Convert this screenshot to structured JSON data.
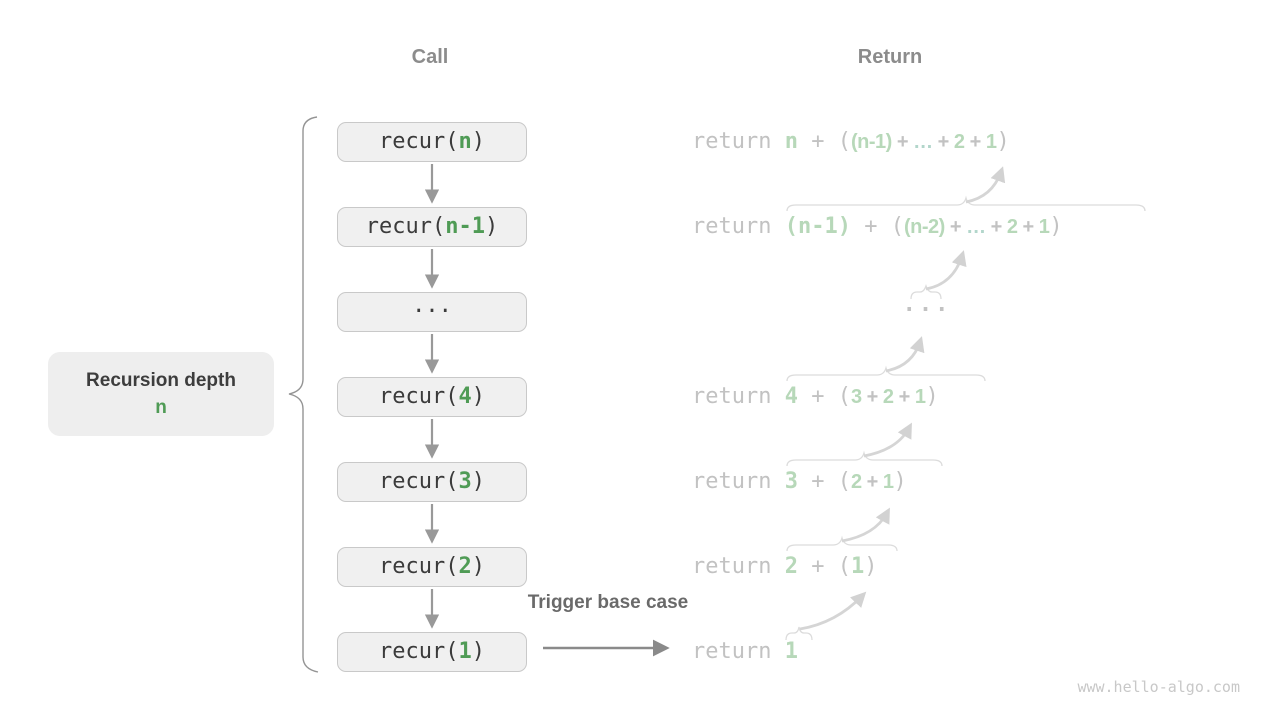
{
  "headers": {
    "call": "Call",
    "return": "Return"
  },
  "depth_label": {
    "title": "Recursion depth",
    "value": "n"
  },
  "trigger_label": "Trigger base case",
  "watermark": "www.hello-algo.com",
  "call_stack": [
    {
      "segments": [
        {
          "t": "recur(",
          "c": "dark"
        },
        {
          "t": "n",
          "c": "green",
          "b": true
        },
        {
          "t": ")",
          "c": "dark"
        }
      ]
    },
    {
      "segments": [
        {
          "t": "recur(",
          "c": "dark"
        },
        {
          "t": "n-1",
          "c": "green",
          "b": true
        },
        {
          "t": ")",
          "c": "dark"
        }
      ]
    },
    {
      "segments": [
        {
          "t": "···",
          "c": "dark"
        }
      ]
    },
    {
      "segments": [
        {
          "t": "recur(",
          "c": "dark"
        },
        {
          "t": "4",
          "c": "green",
          "b": true
        },
        {
          "t": ")",
          "c": "dark"
        }
      ]
    },
    {
      "segments": [
        {
          "t": "recur(",
          "c": "dark"
        },
        {
          "t": "3",
          "c": "green",
          "b": true
        },
        {
          "t": ")",
          "c": "dark"
        }
      ]
    },
    {
      "segments": [
        {
          "t": "recur(",
          "c": "dark"
        },
        {
          "t": "2",
          "c": "green",
          "b": true
        },
        {
          "t": ")",
          "c": "dark"
        }
      ]
    },
    {
      "segments": [
        {
          "t": "recur(",
          "c": "dark"
        },
        {
          "t": "1",
          "c": "green",
          "b": true
        },
        {
          "t": ")",
          "c": "dark"
        }
      ]
    }
  ],
  "return_column": {
    "lines": [
      {
        "segments": [
          {
            "t": "return ",
            "c": "fgray"
          },
          {
            "t": "n",
            "c": "fgreen",
            "b": true
          },
          {
            "t": " + ",
            "c": "fgray"
          },
          {
            "t": "(",
            "c": "fgray"
          },
          {
            "t": "(n-1)",
            "f": "sans",
            "c": "fgreen"
          },
          {
            "t": " + ",
            "f": "sans",
            "c": "fgray"
          },
          {
            "t": "…",
            "f": "sans",
            "c": "fteal"
          },
          {
            "t": " + ",
            "f": "sans",
            "c": "fgray"
          },
          {
            "t": "2",
            "f": "sans",
            "c": "fgreen"
          },
          {
            "t": " + ",
            "f": "sans",
            "c": "fgray"
          },
          {
            "t": "1",
            "f": "sans",
            "c": "fgreen"
          },
          {
            "t": ")",
            "c": "fgray"
          }
        ]
      },
      {
        "segments": [
          {
            "t": "return ",
            "c": "fgray"
          },
          {
            "t": "(n-1)",
            "c": "fgreen",
            "b": true
          },
          {
            "t": " + ",
            "c": "fgray"
          },
          {
            "t": "(",
            "c": "fgray"
          },
          {
            "t": "(n-2)",
            "f": "sans",
            "c": "fgreen"
          },
          {
            "t": " + ",
            "f": "sans",
            "c": "fgray"
          },
          {
            "t": "…",
            "f": "sans",
            "c": "fteal"
          },
          {
            "t": " + ",
            "f": "sans",
            "c": "fgray"
          },
          {
            "t": "2",
            "f": "sans",
            "c": "fgreen"
          },
          {
            "t": " + ",
            "f": "sans",
            "c": "fgray"
          },
          {
            "t": "1",
            "f": "sans",
            "c": "fgreen"
          },
          {
            "t": ")",
            "c": "fgray"
          }
        ]
      },
      {
        "segments": [
          {
            "t": "···",
            "c": "fgray",
            "b": true
          }
        ]
      },
      {
        "segments": [
          {
            "t": "return ",
            "c": "fgray"
          },
          {
            "t": "4",
            "c": "fgreen",
            "b": true
          },
          {
            "t": " + ",
            "c": "fgray"
          },
          {
            "t": "(",
            "c": "fgray"
          },
          {
            "t": "3",
            "f": "sans",
            "c": "fgreen"
          },
          {
            "t": " + ",
            "f": "sans",
            "c": "fgray"
          },
          {
            "t": "2",
            "f": "sans",
            "c": "fgreen"
          },
          {
            "t": " + ",
            "f": "sans",
            "c": "fgray"
          },
          {
            "t": "1",
            "f": "sans",
            "c": "fgreen"
          },
          {
            "t": ")",
            "c": "fgray"
          }
        ]
      },
      {
        "segments": [
          {
            "t": "return ",
            "c": "fgray"
          },
          {
            "t": "3",
            "c": "fgreen",
            "b": true
          },
          {
            "t": " + ",
            "c": "fgray"
          },
          {
            "t": "(",
            "c": "fgray"
          },
          {
            "t": "2",
            "f": "sans",
            "c": "fgreen"
          },
          {
            "t": " + ",
            "f": "sans",
            "c": "fgray"
          },
          {
            "t": "1",
            "f": "sans",
            "c": "fgreen"
          },
          {
            "t": ")",
            "c": "fgray"
          }
        ]
      },
      {
        "segments": [
          {
            "t": "return ",
            "c": "fgray"
          },
          {
            "t": "2",
            "c": "fgreen",
            "b": true
          },
          {
            "t": " + ",
            "c": "fgray"
          },
          {
            "t": "(",
            "c": "fgray"
          },
          {
            "t": "1",
            "c": "fgreen",
            "b": true
          },
          {
            "t": ")",
            "c": "fgray"
          }
        ]
      },
      {
        "segments": [
          {
            "t": "return ",
            "c": "fgray"
          },
          {
            "t": "1",
            "c": "fgreen",
            "b": true
          }
        ]
      }
    ]
  },
  "colors": {
    "accent_green": "#4f9b55",
    "faded_green": "#b7d8b9",
    "faded_teal": "#b2d6cb",
    "box_background": "#f0f0f0",
    "box_border": "#c9c9c9",
    "box_text": "#3b3b3b",
    "muted_header": "#8c8c8c",
    "return_text": "#c2c2c2",
    "flow_arrow": "#999999",
    "light_arrow": "#d5d5d5",
    "brace": "#949494"
  }
}
